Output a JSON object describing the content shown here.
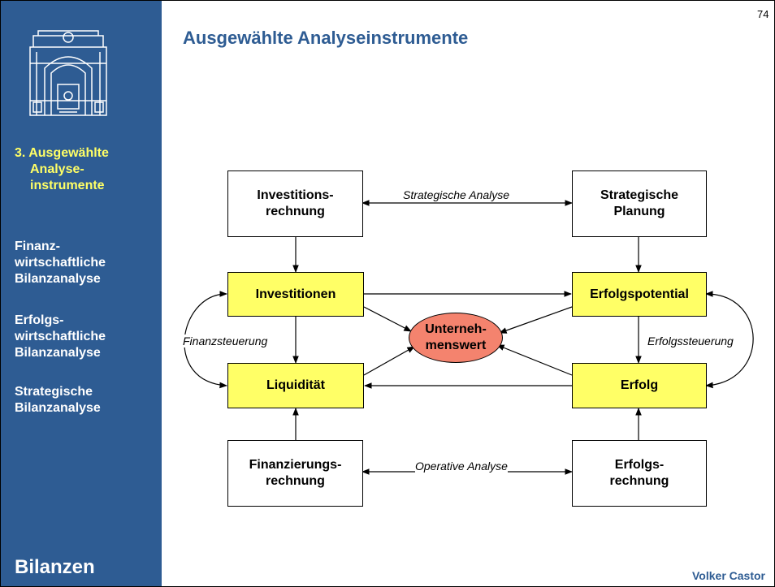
{
  "page_number": "74",
  "title": "Ausgewählte Analyseinstrumente",
  "sidebar": {
    "active_item": [
      "3. Ausgewählte",
      "Analyse-",
      "instrumente"
    ],
    "items": [
      [
        "Finanz-",
        "wirtschaftliche",
        "Bilanzanalyse"
      ],
      [
        "Erfolgs-",
        "wirtschaftliche",
        "Bilanzanalyse"
      ],
      [
        "Strategische",
        "Bilanzanalyse"
      ]
    ],
    "bottom_title": "Bilanzen"
  },
  "author": "Volker Castor",
  "diagram": {
    "investitionsrechnung": [
      "Investitions-",
      "rechnung"
    ],
    "strategische_planung": [
      "Strategische",
      "Planung"
    ],
    "investitionen": "Investitionen",
    "erfolgspotential": "Erfolgspotential",
    "unternehmenswert": [
      "Unterneh-",
      "menswert"
    ],
    "liquiditaet": "Liquidität",
    "erfolg": "Erfolg",
    "finanzierungsrechnung": [
      "Finanzierungs-",
      "rechnung"
    ],
    "erfolgsrechnung": [
      "Erfolgs-",
      "rechnung"
    ],
    "strategische_analyse": "Strategische Analyse",
    "operative_analyse": "Operative Analyse",
    "finanzsteuerung": "Finanzsteuerung",
    "erfolgssteuerung": "Erfolgssteuerung"
  },
  "colors": {
    "sidebar": "#2e5c93",
    "highlight": "#ffff66",
    "center": "#f4836e"
  }
}
